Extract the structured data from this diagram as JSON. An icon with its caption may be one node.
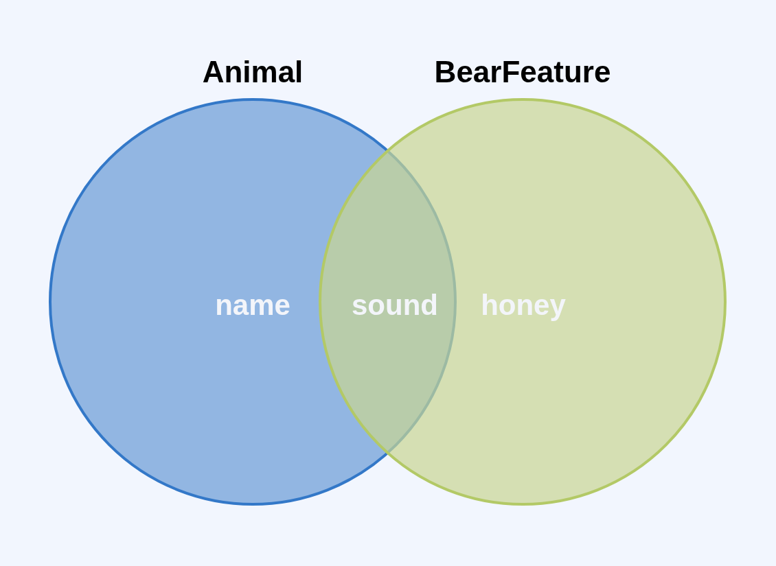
{
  "diagram": {
    "nodes": [
      {
        "text": [
          "Animal",
          "name"
        ]
      },
      {
        "text": [
          "BearFeature",
          "honey"
        ]
      }
    ],
    "labels": [
      "sound"
    ]
  }
}
